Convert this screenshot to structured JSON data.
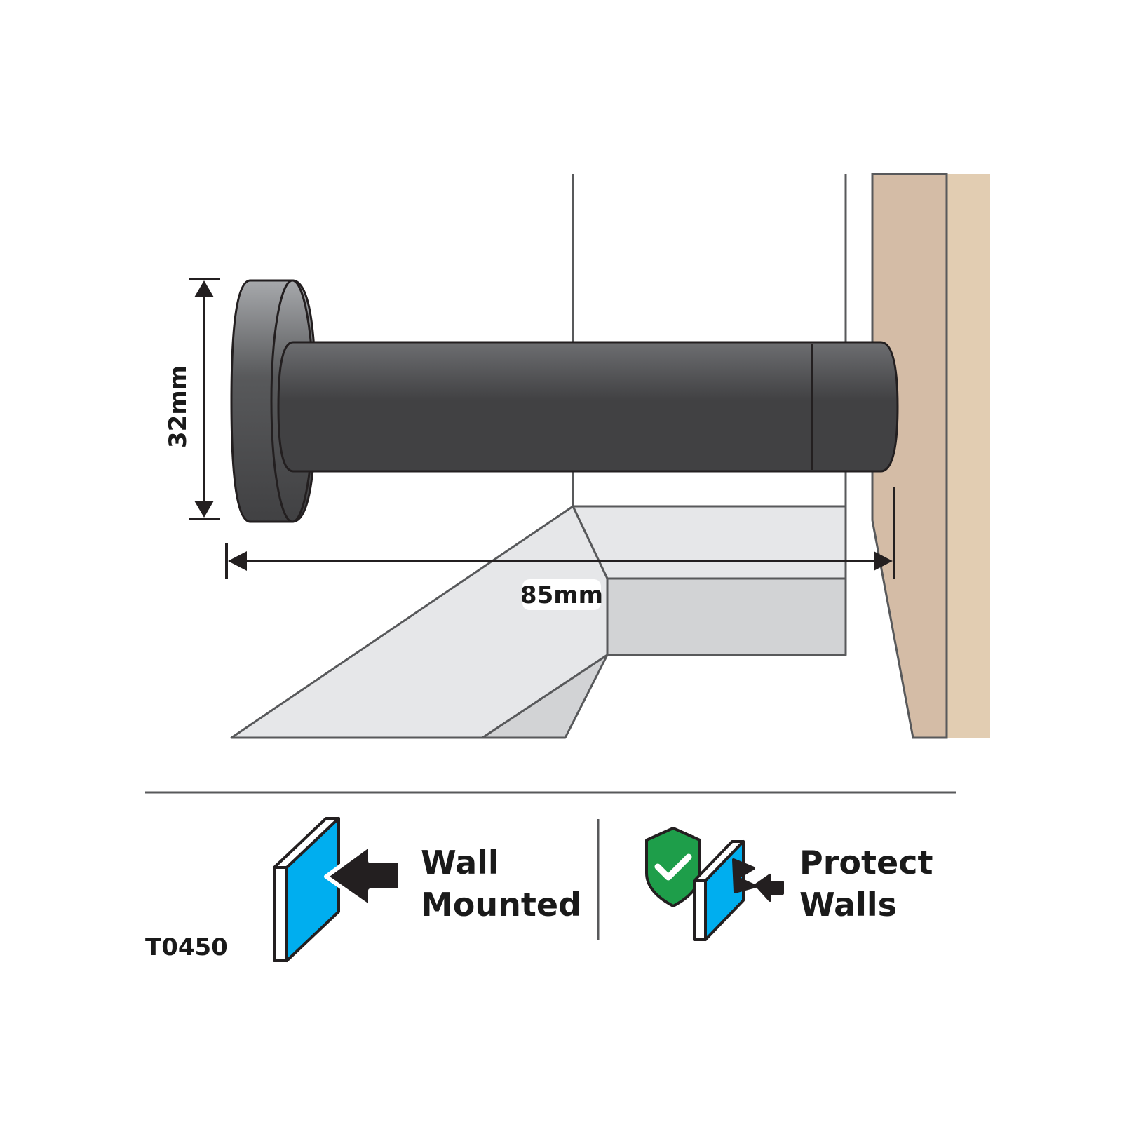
{
  "dimensions": {
    "height_label": "32mm",
    "length_label": "85mm"
  },
  "features": [
    {
      "line1": "Wall",
      "line2": "Mounted",
      "icon": "wall-mounted-icon"
    },
    {
      "line1": "Protect",
      "line2": "Walls",
      "icon": "protect-walls-icon"
    }
  ],
  "product_code": "T0450",
  "colors": {
    "stopper_body": "#414143",
    "wall_dark": "#d4bca6",
    "wall_light": "#e2cdb2",
    "icon_blue": "#00aeef",
    "shield_green": "#1e9e4a",
    "floor_light": "#e6e7e9",
    "floor_mid": "#d2d3d5"
  }
}
